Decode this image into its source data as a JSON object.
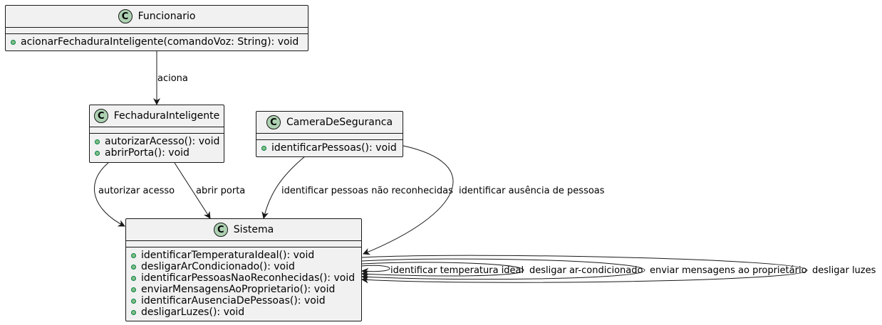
{
  "colors": {
    "box_fill": "#f1f1f1",
    "border": "#181818",
    "class_icon": "#add1b2",
    "public_marker": "#84be84",
    "arrow": "#181818"
  },
  "icons": {
    "class": "class-c-icon",
    "visibility": "public-method-dot"
  },
  "classes": {
    "funcionario": {
      "icon": "C",
      "name": "Funcionario",
      "methods": [
        "acionarFechaduraInteligente(comandoVoz: String): void"
      ]
    },
    "fechadura": {
      "icon": "C",
      "name": "FechaduraInteligente",
      "methods": [
        "autorizarAcesso(): void",
        "abrirPorta(): void"
      ]
    },
    "camera": {
      "icon": "C",
      "name": "CameraDeSeguranca",
      "methods": [
        "identificarPessoas(): void"
      ]
    },
    "sistema": {
      "icon": "C",
      "name": "Sistema",
      "methods": [
        "identificarTemperaturaIdeal(): void",
        "desligarArCondicionado(): void",
        "identificarPessoasNaoReconhecidas(): void",
        "enviarMensagensAoProprietario(): void",
        "identificarAusenciaDePessoas(): void",
        "desligarLuzes(): void"
      ]
    }
  },
  "relations": {
    "aciona": "aciona",
    "autorizar_acesso": "autorizar acesso",
    "abrir_porta": "abrir porta",
    "pessoas_nao_reconhecidas": "identificar pessoas não reconhecidas",
    "ausencia_pessoas": "identificar ausência de pessoas",
    "temperatura_ideal": "identificar temperatura ideal",
    "desligar_ar": "desligar ar-condicionado",
    "enviar_mensagens": "enviar mensagens ao proprietário",
    "desligar_luzes": "desligar luzes"
  }
}
